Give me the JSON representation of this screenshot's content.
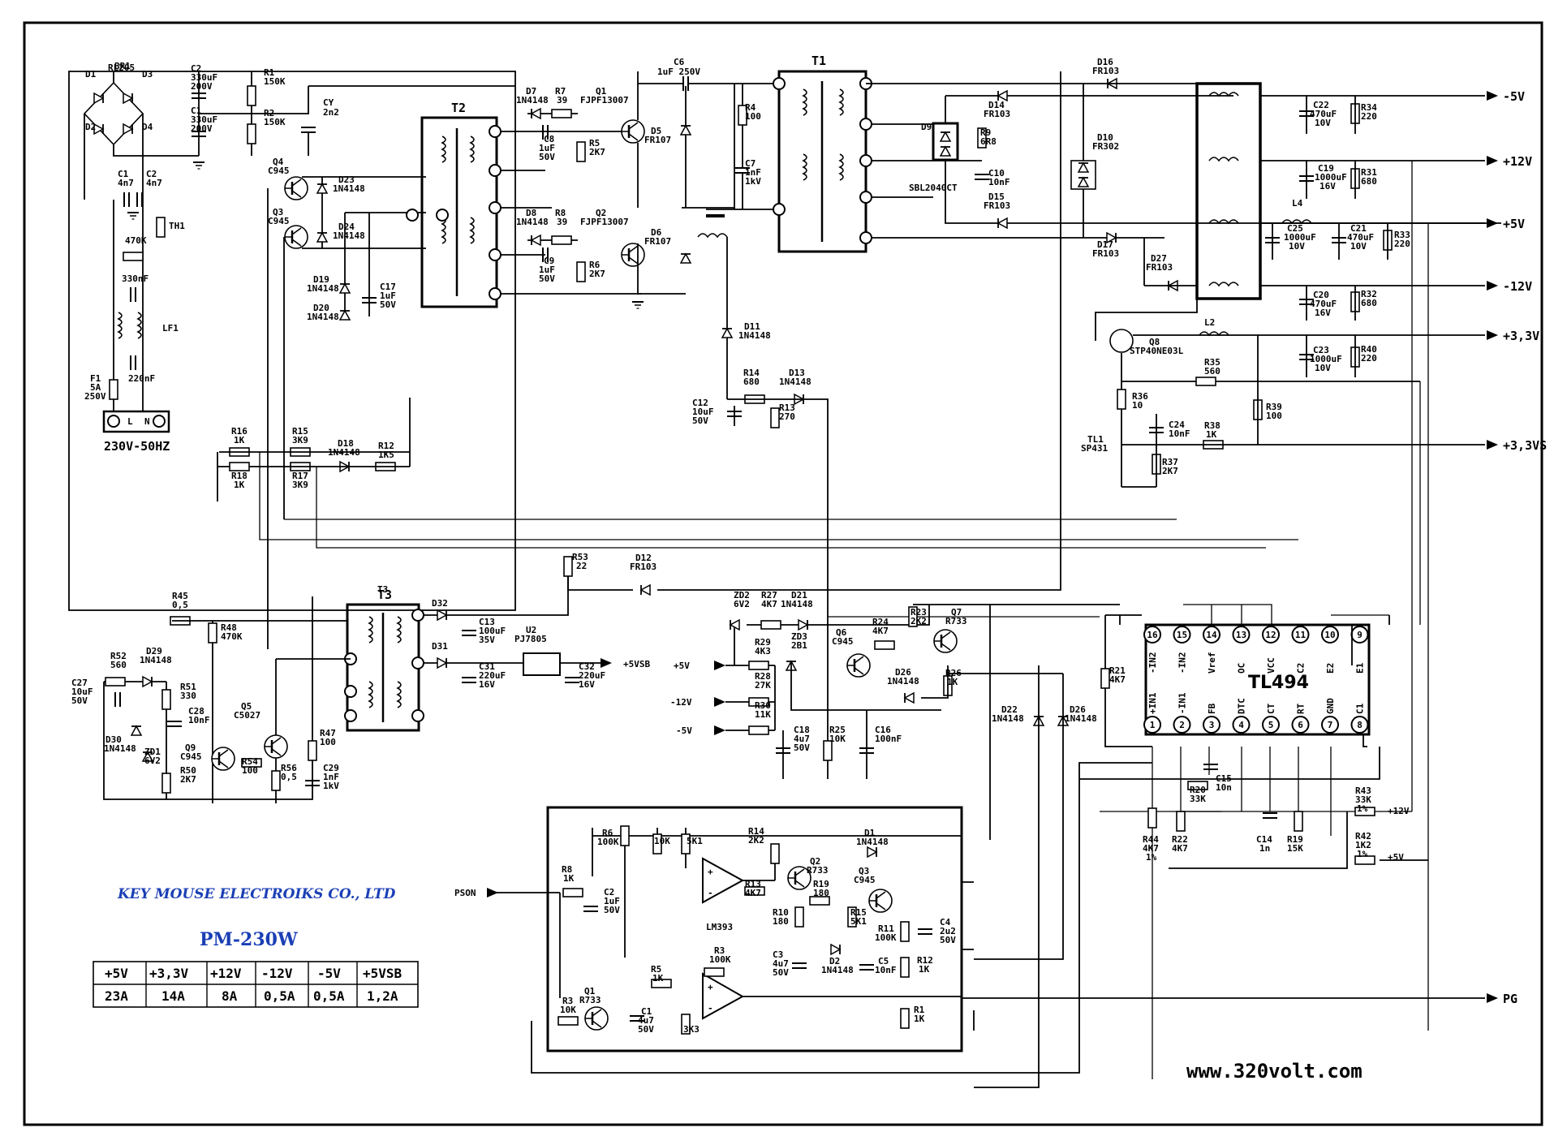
{
  "company": "KEY MOUSE ELECTROIKS CO., LTD",
  "model": "PM-230W",
  "website": "www.320volt.com",
  "mains_label": "230V-50HZ",
  "current_table": {
    "headers": [
      "+5V",
      "+3,3V",
      "+12V",
      "-12V",
      "-5V",
      "+5VSB"
    ],
    "values": [
      "23A",
      "14A",
      "8A",
      "0,5A",
      "0,5A",
      "1,2A"
    ]
  },
  "outputs": [
    "-5V",
    "+12V",
    "+5V",
    "-12V",
    "+3,3V",
    "+3,3VS",
    "PG"
  ],
  "inputs": {
    "pson": "PSON",
    "vsb": "+5VSB",
    "p5": "+5V",
    "m12": "-12V",
    "m5": "-5V"
  },
  "ic_labels": {
    "tl494": "TL494",
    "lm393": "LM393"
  },
  "tl494_pins_top": [
    {
      "num": "16",
      "name": "-IN2"
    },
    {
      "num": "15",
      "name": "-IN2"
    },
    {
      "num": "14",
      "name": "Vref"
    },
    {
      "num": "13",
      "name": "OC"
    },
    {
      "num": "12",
      "name": "VCC"
    },
    {
      "num": "11",
      "name": "C2"
    },
    {
      "num": "10",
      "name": "E2"
    },
    {
      "num": "9",
      "name": "E1"
    }
  ],
  "tl494_pins_bottom": [
    {
      "num": "1",
      "name": "+IN1"
    },
    {
      "num": "2",
      "name": "-IN1"
    },
    {
      "num": "3",
      "name": "FB"
    },
    {
      "num": "4",
      "name": "DTC"
    },
    {
      "num": "5",
      "name": "CT"
    },
    {
      "num": "6",
      "name": "RT"
    },
    {
      "num": "7",
      "name": "GND"
    },
    {
      "num": "8",
      "name": "C1"
    }
  ],
  "transformers": [
    "T1",
    "T2",
    "T3"
  ],
  "ref_labels": [
    [
      "D1",
      105,
      95
    ],
    [
      "D3",
      175,
      95
    ],
    [
      "D2",
      105,
      160
    ],
    [
      "D4",
      175,
      160
    ],
    [
      "BR1",
      141,
      85
    ],
    [
      "RL205",
      133,
      87
    ],
    [
      "C2",
      235,
      88
    ],
    [
      "330uF",
      235,
      99
    ],
    [
      "200V",
      235,
      110
    ],
    [
      "C1",
      235,
      140
    ],
    [
      "330uF",
      235,
      151
    ],
    [
      "200V",
      235,
      162
    ],
    [
      "R1",
      325,
      93
    ],
    [
      "150K",
      325,
      104
    ],
    [
      "R2",
      325,
      143
    ],
    [
      "150K",
      325,
      154
    ],
    [
      "CY",
      398,
      130
    ],
    [
      "2n2",
      398,
      142
    ],
    [
      "C1",
      145,
      218
    ],
    [
      "4n7",
      145,
      229
    ],
    [
      "C2",
      180,
      218
    ],
    [
      "4n7",
      180,
      229
    ],
    [
      "TH1",
      208,
      282
    ],
    [
      "470K",
      154,
      300
    ],
    [
      "330nF",
      150,
      347
    ],
    [
      "LF1",
      200,
      408
    ],
    [
      "220nF",
      158,
      470
    ],
    [
      "F1",
      111,
      470
    ],
    [
      "5A",
      111,
      481
    ],
    [
      "250V",
      104,
      492
    ],
    [
      "Q4",
      336,
      203
    ],
    [
      "C945",
      330,
      214
    ],
    [
      "Q3",
      336,
      265
    ],
    [
      "C945",
      330,
      276
    ],
    [
      "D23",
      417,
      225
    ],
    [
      "1N4148",
      410,
      236
    ],
    [
      "D24",
      417,
      283
    ],
    [
      "1N4148",
      410,
      294
    ],
    [
      "D19",
      386,
      348
    ],
    [
      "1N4148",
      378,
      359
    ],
    [
      "D20",
      386,
      383
    ],
    [
      "1N4148",
      378,
      394
    ],
    [
      "C17",
      468,
      357
    ],
    [
      "1uF",
      468,
      368
    ],
    [
      "50V",
      468,
      379
    ],
    [
      "D7",
      648,
      116
    ],
    [
      "1N4148",
      636,
      127
    ],
    [
      "R7",
      684,
      116
    ],
    [
      "39",
      686,
      127
    ],
    [
      "C8",
      670,
      175
    ],
    [
      "1uF",
      664,
      186
    ],
    [
      "50V",
      664,
      197
    ],
    [
      "R5",
      726,
      180
    ],
    [
      "2K7",
      726,
      191
    ],
    [
      "Q1",
      734,
      116
    ],
    [
      "FJPF13007",
      715,
      127
    ],
    [
      "D5",
      802,
      165
    ],
    [
      "FR107",
      794,
      176
    ],
    [
      "D8",
      648,
      266
    ],
    [
      "1N4148",
      636,
      277
    ],
    [
      "R8",
      684,
      266
    ],
    [
      "39",
      686,
      277
    ],
    [
      "C9",
      670,
      325
    ],
    [
      "1uF",
      664,
      336
    ],
    [
      "50V",
      664,
      347
    ],
    [
      "R6",
      726,
      330
    ],
    [
      "2K7",
      726,
      341
    ],
    [
      "Q2",
      734,
      266
    ],
    [
      "FJPF13007",
      715,
      277
    ],
    [
      "D6",
      802,
      290
    ],
    [
      "FR107",
      794,
      301
    ],
    [
      "C6",
      830,
      80
    ],
    [
      "1uF 250V",
      810,
      92
    ],
    [
      "R4",
      918,
      136
    ],
    [
      "100",
      918,
      147
    ],
    [
      "C7",
      918,
      205
    ],
    [
      "1nF",
      918,
      216
    ],
    [
      "1kV",
      918,
      227
    ],
    [
      "D11",
      917,
      406
    ],
    [
      "1N4148",
      910,
      417
    ],
    [
      "R14",
      916,
      463
    ],
    [
      "680",
      916,
      474
    ],
    [
      "D13",
      972,
      463
    ],
    [
      "1N4148",
      960,
      474
    ],
    [
      "R13",
      960,
      506
    ],
    [
      "270",
      960,
      517
    ],
    [
      "C12",
      853,
      500
    ],
    [
      "10uF",
      853,
      511
    ],
    [
      "50V",
      853,
      522
    ],
    [
      "R16",
      285,
      535
    ],
    [
      "1K",
      288,
      546
    ],
    [
      "R15",
      360,
      535
    ],
    [
      "3K9",
      360,
      546
    ],
    [
      "D18",
      416,
      550
    ],
    [
      "1N4148",
      404,
      561
    ],
    [
      "R12",
      466,
      553
    ],
    [
      "1K5",
      466,
      564
    ],
    [
      "R18",
      285,
      590
    ],
    [
      "1K",
      288,
      601
    ],
    [
      "R17",
      360,
      590
    ],
    [
      "3K9",
      360,
      601
    ],
    [
      "R53",
      705,
      690
    ],
    [
      "22",
      710,
      701
    ],
    [
      "D12",
      783,
      691
    ],
    [
      "FR103",
      776,
      702
    ],
    [
      "R45",
      212,
      738
    ],
    [
      "0,5",
      212,
      749
    ],
    [
      "R48",
      272,
      777
    ],
    [
      "470K",
      272,
      788
    ],
    [
      "T3",
      465,
      730
    ],
    [
      "D32",
      532,
      747
    ],
    [
      "D31",
      532,
      800
    ],
    [
      "C13",
      590,
      770
    ],
    [
      "100uF",
      590,
      781
    ],
    [
      "35V",
      590,
      792
    ],
    [
      "C31",
      590,
      825
    ],
    [
      "220uF",
      590,
      836
    ],
    [
      "16V",
      590,
      847
    ],
    [
      "U2",
      648,
      780
    ],
    [
      "PJ7805",
      634,
      791
    ],
    [
      "C32",
      713,
      825
    ],
    [
      "220uF",
      713,
      836
    ],
    [
      "16V",
      713,
      847
    ],
    [
      "R52",
      136,
      812
    ],
    [
      "560",
      136,
      823
    ],
    [
      "D29",
      180,
      806
    ],
    [
      "1N4148",
      172,
      817
    ],
    [
      "C27",
      88,
      845
    ],
    [
      "10uF",
      88,
      856
    ],
    [
      "50V",
      88,
      867
    ],
    [
      "R51",
      222,
      850
    ],
    [
      "330",
      222,
      861
    ],
    [
      "C28",
      232,
      880
    ],
    [
      "10nF",
      232,
      891
    ],
    [
      "D30",
      130,
      915
    ],
    [
      "1N4148",
      128,
      926
    ],
    [
      "ZD1",
      178,
      930
    ],
    [
      "6V2",
      178,
      941
    ],
    [
      "Q9",
      228,
      925
    ],
    [
      "C945",
      222,
      936
    ],
    [
      "Q5",
      297,
      874
    ],
    [
      "C5027",
      288,
      885
    ],
    [
      "R47",
      394,
      907
    ],
    [
      "100",
      394,
      918
    ],
    [
      "R50",
      222,
      953
    ],
    [
      "2K7",
      222,
      964
    ],
    [
      "R54",
      298,
      942
    ],
    [
      "100",
      298,
      953
    ],
    [
      "R56",
      346,
      950
    ],
    [
      "0,5",
      346,
      961
    ],
    [
      "C29",
      398,
      950
    ],
    [
      "1nF",
      398,
      961
    ],
    [
      "1kV",
      398,
      972
    ],
    [
      "ZD2",
      904,
      737
    ],
    [
      "6V2",
      904,
      748
    ],
    [
      "R27",
      938,
      737
    ],
    [
      "4K7",
      938,
      748
    ],
    [
      "D21",
      975,
      737
    ],
    [
      "1N4148",
      962,
      748
    ],
    [
      "R29",
      930,
      795
    ],
    [
      "4K3",
      930,
      806
    ],
    [
      "ZD3",
      975,
      788
    ],
    [
      "2B1",
      975,
      799
    ],
    [
      "R28",
      930,
      837
    ],
    [
      "27K",
      930,
      848
    ],
    [
      "R30",
      930,
      873
    ],
    [
      "11K",
      930,
      884
    ],
    [
      "C18",
      978,
      903
    ],
    [
      "4u7",
      978,
      914
    ],
    [
      "50V",
      978,
      925
    ],
    [
      "R25",
      1022,
      903
    ],
    [
      "10K",
      1022,
      914
    ],
    [
      "C16",
      1078,
      903
    ],
    [
      "100nF",
      1078,
      914
    ],
    [
      "Q6",
      1030,
      783
    ],
    [
      "C945",
      1025,
      794
    ],
    [
      "R24",
      1075,
      770
    ],
    [
      "4K7",
      1075,
      781
    ],
    [
      "R23",
      1122,
      758
    ],
    [
      "2K2",
      1122,
      769
    ],
    [
      "Q7",
      1172,
      758
    ],
    [
      "R733",
      1165,
      769
    ],
    [
      "D26",
      1103,
      832
    ],
    [
      "1N4148",
      1093,
      843
    ],
    [
      "R26",
      1165,
      833
    ],
    [
      "1K",
      1167,
      844
    ],
    [
      "D22",
      1234,
      878
    ],
    [
      "1N4148",
      1222,
      889
    ],
    [
      "D26",
      1318,
      878
    ],
    [
      "1N4148",
      1312,
      889
    ],
    [
      "D9",
      1135,
      160
    ],
    [
      "SBL2040CT",
      1120,
      235
    ],
    [
      "R9",
      1208,
      167
    ],
    [
      "6R8",
      1208,
      178
    ],
    [
      "C10",
      1218,
      217
    ],
    [
      "10nF",
      1218,
      228
    ],
    [
      "D14",
      1218,
      133
    ],
    [
      "FR103",
      1212,
      144
    ],
    [
      "D15",
      1218,
      246
    ],
    [
      "FR103",
      1212,
      257
    ],
    [
      "D16",
      1352,
      80
    ],
    [
      "FR103",
      1346,
      91
    ],
    [
      "D10",
      1352,
      173
    ],
    [
      "FR302",
      1346,
      184
    ],
    [
      "D17",
      1352,
      305
    ],
    [
      "FR103",
      1346,
      316
    ],
    [
      "D27",
      1418,
      322
    ],
    [
      "FR103",
      1412,
      333
    ],
    [
      "C22",
      1618,
      133
    ],
    [
      "470uF",
      1614,
      144
    ],
    [
      "10V",
      1620,
      155
    ],
    [
      "R34",
      1677,
      136
    ],
    [
      "220",
      1677,
      147
    ],
    [
      "C19",
      1624,
      211
    ],
    [
      "1000uF",
      1620,
      222
    ],
    [
      "16V",
      1626,
      233
    ],
    [
      "R31",
      1677,
      216
    ],
    [
      "680",
      1677,
      227
    ],
    [
      "L4",
      1592,
      254
    ],
    [
      "C25",
      1586,
      285
    ],
    [
      "1000uF",
      1582,
      296
    ],
    [
      "10V",
      1588,
      307
    ],
    [
      "C21",
      1664,
      285
    ],
    [
      "470uF",
      1660,
      296
    ],
    [
      "10V",
      1664,
      307
    ],
    [
      "R33",
      1718,
      293
    ],
    [
      "220",
      1718,
      304
    ],
    [
      "C20",
      1618,
      367
    ],
    [
      "470uF",
      1614,
      378
    ],
    [
      "16V",
      1620,
      389
    ],
    [
      "R32",
      1677,
      366
    ],
    [
      "680",
      1677,
      377
    ],
    [
      "C23",
      1618,
      435
    ],
    [
      "1000uF",
      1614,
      446
    ],
    [
      "10V",
      1620,
      457
    ],
    [
      "R40",
      1677,
      434
    ],
    [
      "220",
      1677,
      445
    ],
    [
      "L2",
      1484,
      401
    ],
    [
      "Q8",
      1416,
      425
    ],
    [
      "STP40NE03L",
      1392,
      436
    ],
    [
      "R35",
      1484,
      450
    ],
    [
      "560",
      1484,
      461
    ],
    [
      "R36",
      1395,
      492
    ],
    [
      "10",
      1395,
      503
    ],
    [
      "C24",
      1440,
      527
    ],
    [
      "10nF",
      1440,
      538
    ],
    [
      "R38",
      1484,
      528
    ],
    [
      "1K",
      1486,
      539
    ],
    [
      "R39",
      1560,
      505
    ],
    [
      "100",
      1560,
      516
    ],
    [
      "TL1",
      1340,
      545
    ],
    [
      "SP431",
      1332,
      556
    ],
    [
      "R37",
      1432,
      573
    ],
    [
      "2K7",
      1432,
      584
    ],
    [
      "R21",
      1367,
      830
    ],
    [
      "4K7",
      1367,
      841
    ],
    [
      "C15",
      1498,
      963
    ],
    [
      "10n",
      1498,
      974
    ],
    [
      "R20",
      1466,
      977
    ],
    [
      "33K",
      1466,
      988
    ],
    [
      "R44",
      1408,
      1038
    ],
    [
      "4K7",
      1408,
      1049
    ],
    [
      "1%",
      1412,
      1060
    ],
    [
      "R22",
      1444,
      1038
    ],
    [
      "4K7",
      1444,
      1049
    ],
    [
      "C14",
      1548,
      1038
    ],
    [
      "1n",
      1552,
      1049
    ],
    [
      "R19",
      1586,
      1038
    ],
    [
      "15K",
      1586,
      1049
    ],
    [
      "R43",
      1670,
      978
    ],
    [
      "33K",
      1670,
      989
    ],
    [
      "1%",
      1672,
      1000
    ],
    [
      "R42",
      1670,
      1034
    ],
    [
      "1K2",
      1670,
      1045
    ],
    [
      "1%",
      1672,
      1056
    ],
    [
      "+12V",
      1710,
      1003
    ],
    [
      "+5V",
      1710,
      1060
    ],
    [
      "R6",
      742,
      1030
    ],
    [
      "100K",
      736,
      1041
    ],
    [
      "10K",
      806,
      1040
    ],
    [
      "5K1",
      846,
      1040
    ],
    [
      "R14",
      922,
      1028
    ],
    [
      "2K2",
      922,
      1039
    ],
    [
      "R8",
      692,
      1075
    ],
    [
      "1K",
      694,
      1086
    ],
    [
      "C2",
      744,
      1103
    ],
    [
      "1uF",
      744,
      1114
    ],
    [
      "50V",
      744,
      1125
    ],
    [
      "R13",
      918,
      1093
    ],
    [
      "4K7",
      918,
      1104
    ],
    [
      "Q2",
      998,
      1065
    ],
    [
      "R733",
      994,
      1076
    ],
    [
      "D1",
      1065,
      1030
    ],
    [
      "1N4148",
      1055,
      1041
    ],
    [
      "Q3",
      1058,
      1077
    ],
    [
      "C945",
      1052,
      1088
    ],
    [
      "R19",
      1002,
      1093
    ],
    [
      "180",
      1002,
      1104
    ],
    [
      "R10",
      952,
      1128
    ],
    [
      "180",
      952,
      1139
    ],
    [
      "R15",
      1048,
      1128
    ],
    [
      "5K1",
      1048,
      1139
    ],
    [
      "R11",
      1082,
      1148
    ],
    [
      "100K",
      1078,
      1159
    ],
    [
      "C4",
      1158,
      1140
    ],
    [
      "2u2",
      1158,
      1151
    ],
    [
      "50V",
      1158,
      1162
    ],
    [
      "C3",
      952,
      1180
    ],
    [
      "4u7",
      952,
      1191
    ],
    [
      "50V",
      952,
      1202
    ],
    [
      "D2",
      1022,
      1188
    ],
    [
      "1N4148",
      1012,
      1199
    ],
    [
      "C5",
      1082,
      1188
    ],
    [
      "10nF",
      1078,
      1199
    ],
    [
      "R12",
      1130,
      1187
    ],
    [
      "1K",
      1132,
      1198
    ],
    [
      "R3",
      880,
      1175
    ],
    [
      "100K",
      874,
      1186
    ],
    [
      "R5",
      802,
      1198
    ],
    [
      "1K",
      804,
      1209
    ],
    [
      "R1",
      1126,
      1248
    ],
    [
      "1K",
      1126,
      1259
    ],
    [
      "Q1",
      720,
      1225
    ],
    [
      "R733",
      714,
      1236
    ],
    [
      "R3",
      693,
      1237
    ],
    [
      "10K",
      690,
      1248
    ],
    [
      "C1",
      790,
      1250
    ],
    [
      "4u7",
      786,
      1261
    ],
    [
      "50V",
      786,
      1272
    ],
    [
      "3K3",
      842,
      1272
    ]
  ]
}
